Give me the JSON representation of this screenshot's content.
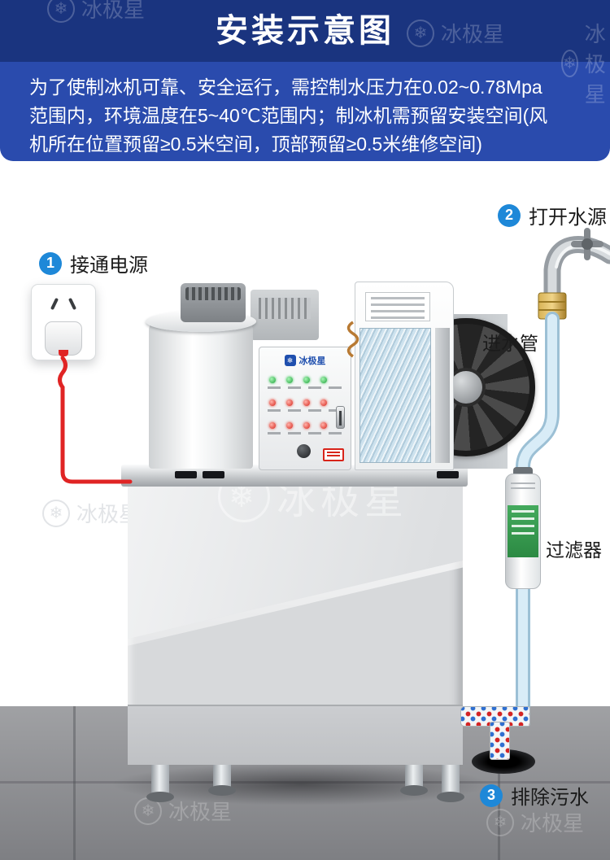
{
  "brand": {
    "watermark": "冰极星"
  },
  "header": {
    "title": "安装示意图",
    "description_lines": [
      "为了使制冰机可靠、安全运行，需控制水压力在0.02~0.78Mpa",
      "范围内，环境温度在5~40℃范围内；制冰机需预留安装空间(风",
      "机所在位置预留≥0.5米空间，顶部预留≥0.5米维修空间)"
    ]
  },
  "steps": [
    {
      "number": "1",
      "label": "接通电源"
    },
    {
      "number": "2",
      "label": "打开水源"
    },
    {
      "number": "3",
      "label": "排除污水"
    }
  ],
  "annotations": {
    "inlet_pipe": "进水管",
    "filter": "过滤器"
  },
  "machine": {
    "panel_brand": "冰极星"
  },
  "icons": {
    "snowflake": "❄"
  },
  "colors": {
    "header_dark_blue": "#1a347f",
    "header_blue": "#2a4bad",
    "step_badge_blue": "#1e88d8",
    "power_cord_red": "#e02424",
    "water_pipe_blue": "#d8ecf7",
    "filter_label_green": "#2c8a43",
    "floor_gray": "#8c8d90"
  }
}
